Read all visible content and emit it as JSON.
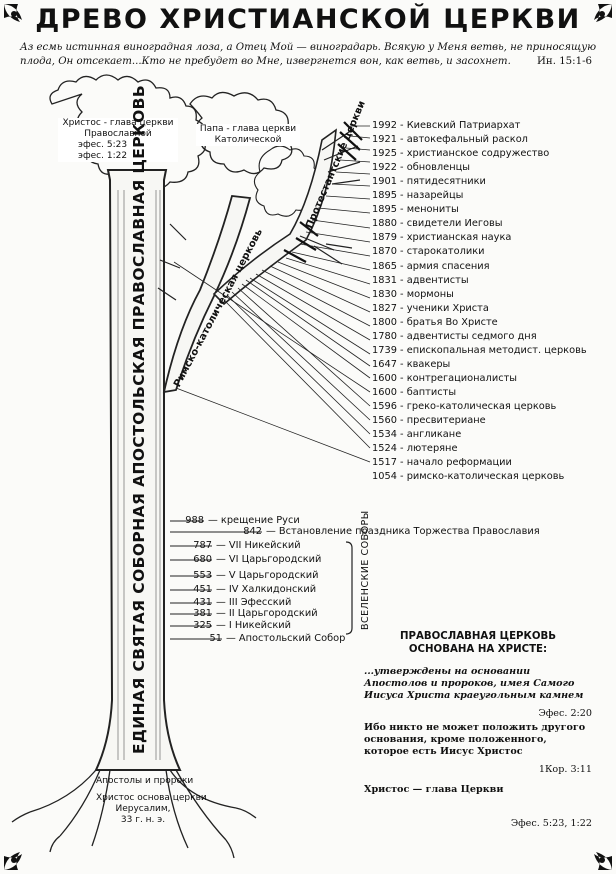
{
  "title": "ДРЕВО ХРИСТИАНСКОЙ ЦЕРКВИ",
  "epigraph": {
    "text": "Аз есмь истинная виноградная лоза, а Отец Мой — виноградарь. Всякую у Меня ветвь, не приносящую плода, Он отсекает...Кто не пребудет во Мне, извергнется вон, как ветвь, и засохнет.",
    "ref": "Ин. 15:1-6"
  },
  "crown": {
    "orthodox_head": "Христос - глава церкви",
    "orthodox_name": "Православной",
    "orthodox_ref1": "эфес. 5:23",
    "orthodox_ref2": "эфес. 1:22",
    "catholic_head": "Папа - глава церкви",
    "catholic_name": "Католической"
  },
  "trunk_label": "ЕДИНАЯ СВЯТАЯ СОБОРНАЯ АПОСТОЛЬСКАЯ ПРАВОСЛАВНАЯ ЦЕРКОВЬ",
  "branches": {
    "catholic": "Римско-католическая церковь",
    "protestant": "Протестантские церкви"
  },
  "western_events": [
    {
      "year": "1992",
      "label": "Киевский Патриархат"
    },
    {
      "year": "1921",
      "label": "автокефальный раскол"
    },
    {
      "year": "1925",
      "label": "христианское содружество"
    },
    {
      "year": "1922",
      "label": "обновленцы"
    },
    {
      "year": "1901",
      "label": "пятидесятники"
    },
    {
      "year": "1895",
      "label": "назарейцы"
    },
    {
      "year": "1895",
      "label": "менониты"
    },
    {
      "year": "1880",
      "label": "свидетели Иеговы"
    },
    {
      "year": "1879",
      "label": "христианская наука"
    },
    {
      "year": "1870",
      "label": "старокатолики"
    },
    {
      "year": "1865",
      "label": "армия спасения"
    },
    {
      "year": "1831",
      "label": "адвентисты"
    },
    {
      "year": "1830",
      "label": "мормоны"
    },
    {
      "year": "1827",
      "label": "ученики Христа"
    },
    {
      "year": "1800",
      "label": "братья Во Христе"
    },
    {
      "year": "1780",
      "label": "адвентисты седмого дня"
    },
    {
      "year": "1739",
      "label": "епископальная методист. церковь"
    },
    {
      "year": "1647",
      "label": "квакеры"
    },
    {
      "year": "1600",
      "label": "контрегационалисты"
    },
    {
      "year": "1600",
      "label": "баптисты"
    },
    {
      "year": "1596",
      "label": "греко-католическая церковь"
    },
    {
      "year": "1560",
      "label": "пресвитериане"
    },
    {
      "year": "1534",
      "label": "англикане"
    },
    {
      "year": "1524",
      "label": "лютеряне"
    },
    {
      "year": "1517",
      "label": "начало реформации"
    },
    {
      "year": "1054",
      "label": "римско-католическая церковь"
    }
  ],
  "orthodox_events": [
    {
      "year": "988",
      "label": "крещение Руси"
    },
    {
      "year": "842",
      "label": "Встановление праздника Торжества Православия"
    },
    {
      "year": "787",
      "label": "VII Никейский"
    },
    {
      "year": "680",
      "label": "VI Царьгородский"
    },
    {
      "year": "553",
      "label": "V Царьгородский"
    },
    {
      "year": "451",
      "label": "IV Халкидонский"
    },
    {
      "year": "431",
      "label": "III Эфесский"
    },
    {
      "year": "381",
      "label": "II Царьгородский"
    },
    {
      "year": "325",
      "label": "I Никейский"
    },
    {
      "year": "51",
      "label": "Апостольский Собор"
    }
  ],
  "councils_label": "ВСЕЛЕНСКИЕ СОБОРЫ",
  "roots": {
    "apostles": "Апостолы и пророки",
    "founder": "Христос основа церкви",
    "place": "Иерусалим,",
    "year": "33 г. н. э."
  },
  "box": {
    "heading1": "ПРАВОСЛАВНАЯ ЦЕРКОВЬ",
    "heading2": "ОСНОВАНА НА ХРИСТЕ:",
    "quote1": "...утверждены на основании Апостолов и пророков, имея Самого Иисуса Христа краеугольным камнем",
    "ref1": "Эфес. 2:20",
    "quote2": "Ибо никто не может положить другого основания, кроме положенного, которое есть Иисус Христос",
    "ref2": "1Кор. 3:11",
    "claim": "Христос — глава Церкви",
    "ref3": "Эфес. 5:23, 1:22"
  },
  "colors": {
    "ink": "#111111",
    "paper": "#fbfbf9",
    "bark": "#3a3a3a"
  }
}
